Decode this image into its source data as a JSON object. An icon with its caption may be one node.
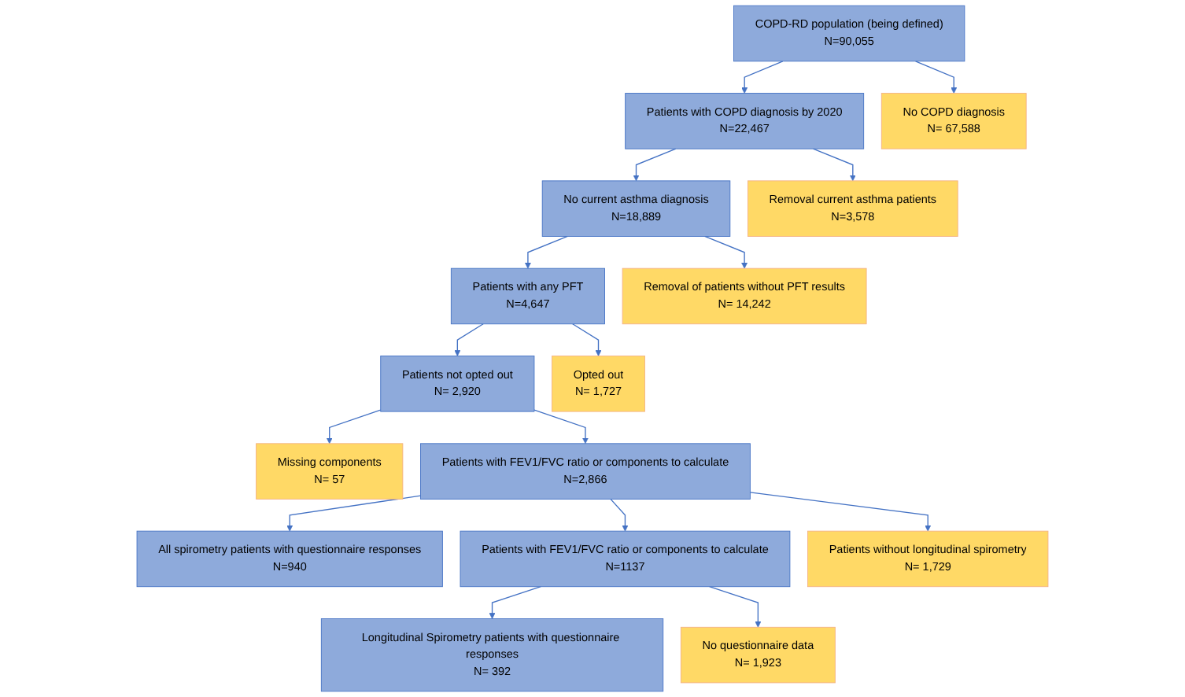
{
  "diagram": {
    "nodes": [
      {
        "text": [
          "COPD-RD population (being defined)",
          "N=90,055"
        ]
      },
      {
        "text": [
          "No COPD diagnosis",
          "N= 67,588"
        ]
      },
      {
        "text": [
          "Patients with COPD diagnosis by 2020",
          "N=22,467"
        ]
      },
      {
        "text": [
          "Removal current asthma patients",
          "N=3,578"
        ]
      },
      {
        "text": [
          "No current asthma diagnosis",
          "N=18,889"
        ]
      },
      {
        "text": [
          "Removal of patients without PFT results",
          "N= 14,242"
        ]
      },
      {
        "text": [
          "Patients with any PFT",
          "N=4,647"
        ]
      },
      {
        "text": [
          "Opted out",
          "N= 1,727"
        ]
      },
      {
        "text": [
          "Patients not opted out",
          "N= 2,920"
        ]
      },
      {
        "text": [
          "Missing components",
          "N= 57"
        ]
      },
      {
        "text": [
          "Patients with FEV1/FVC ratio or components to calculate",
          "N=2,866"
        ]
      },
      {
        "text": [
          "Patients without longitudinal spirometry",
          "N= 1,729"
        ]
      },
      {
        "text": [
          "All spirometry patients with questionnaire responses",
          "N=940"
        ]
      },
      {
        "text": [
          "Patients with FEV1/FVC ratio or components to calculate",
          "N=1137"
        ]
      },
      {
        "text": [
          "No questionnaire data",
          "N= 1,923"
        ]
      },
      {
        "text": [
          "Longitudinal Spirometry patients with questionnaire responses",
          "N= 392"
        ]
      }
    ],
    "edges": [
      {
        "from": 0,
        "to": 2,
        "arrow": "to"
      },
      {
        "from": 0,
        "to": 1,
        "arrow": "to"
      },
      {
        "from": 2,
        "to": 4,
        "arrow": "to"
      },
      {
        "from": 2,
        "to": 3,
        "arrow": "to"
      },
      {
        "from": 4,
        "to": 6,
        "arrow": "to"
      },
      {
        "from": 4,
        "to": 5,
        "arrow": "to"
      },
      {
        "from": 6,
        "to": 8,
        "arrow": "to"
      },
      {
        "from": 6,
        "to": 7,
        "arrow": "to"
      },
      {
        "from": 8,
        "to": 10,
        "arrow": "to"
      },
      {
        "from": 8,
        "to": 9,
        "arrow": "to"
      },
      {
        "from": 10,
        "to": 12,
        "arrow": "to"
      },
      {
        "from": 10,
        "to": 13,
        "arrow": "to"
      },
      {
        "from": 10,
        "to": 11,
        "arrow": "to"
      },
      {
        "from": 13,
        "to": 15,
        "arrow": "to"
      },
      {
        "from": 13,
        "to": 14,
        "arrow": "to"
      }
    ]
  }
}
